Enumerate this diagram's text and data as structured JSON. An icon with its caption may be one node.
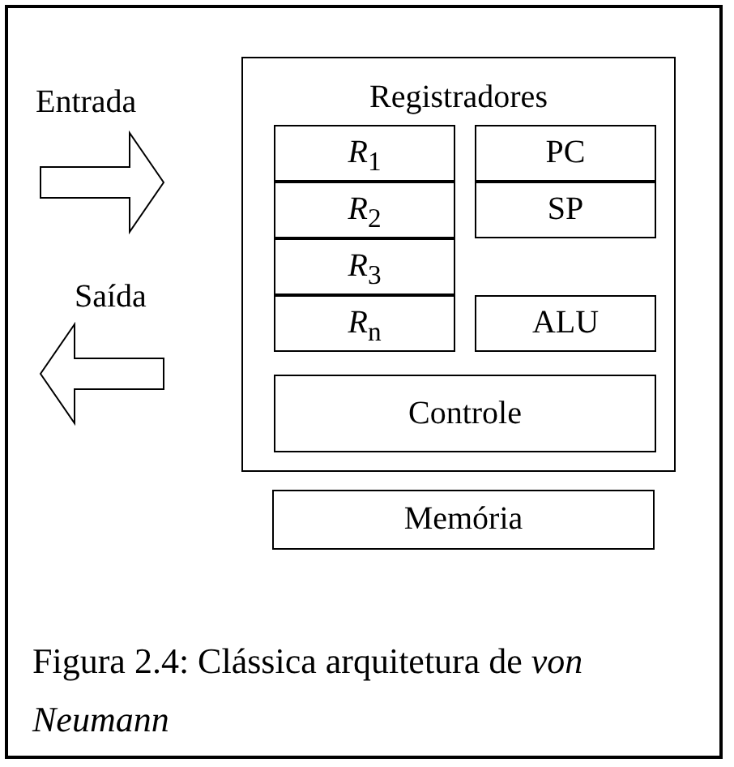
{
  "diagram": {
    "caption": "Figura 2.4: Clássica arquitetura de *von Neumann*",
    "nodes": [
      {
        "text": [
          "Registradores"
        ]
      },
      {
        "text": [
          "*R*$_{1}$"
        ],
        "in": 0
      },
      {
        "text": [
          "*R*$_{2}$"
        ],
        "in": 0
      },
      {
        "text": [
          "*R*$_{3}$"
        ],
        "in": 0
      },
      {
        "text": [
          "*R*$_{n}$"
        ],
        "in": 0
      },
      {
        "text": [
          "PC"
        ],
        "in": 0
      },
      {
        "text": [
          "SP"
        ],
        "in": 0
      },
      {
        "text": [
          "ALU"
        ],
        "in": 0
      },
      {
        "text": [
          "Controle"
        ],
        "in": 0
      },
      {
        "text": [
          "Memória"
        ]
      }
    ],
    "labels": [
      "Entrada",
      "Saída"
    ]
  }
}
